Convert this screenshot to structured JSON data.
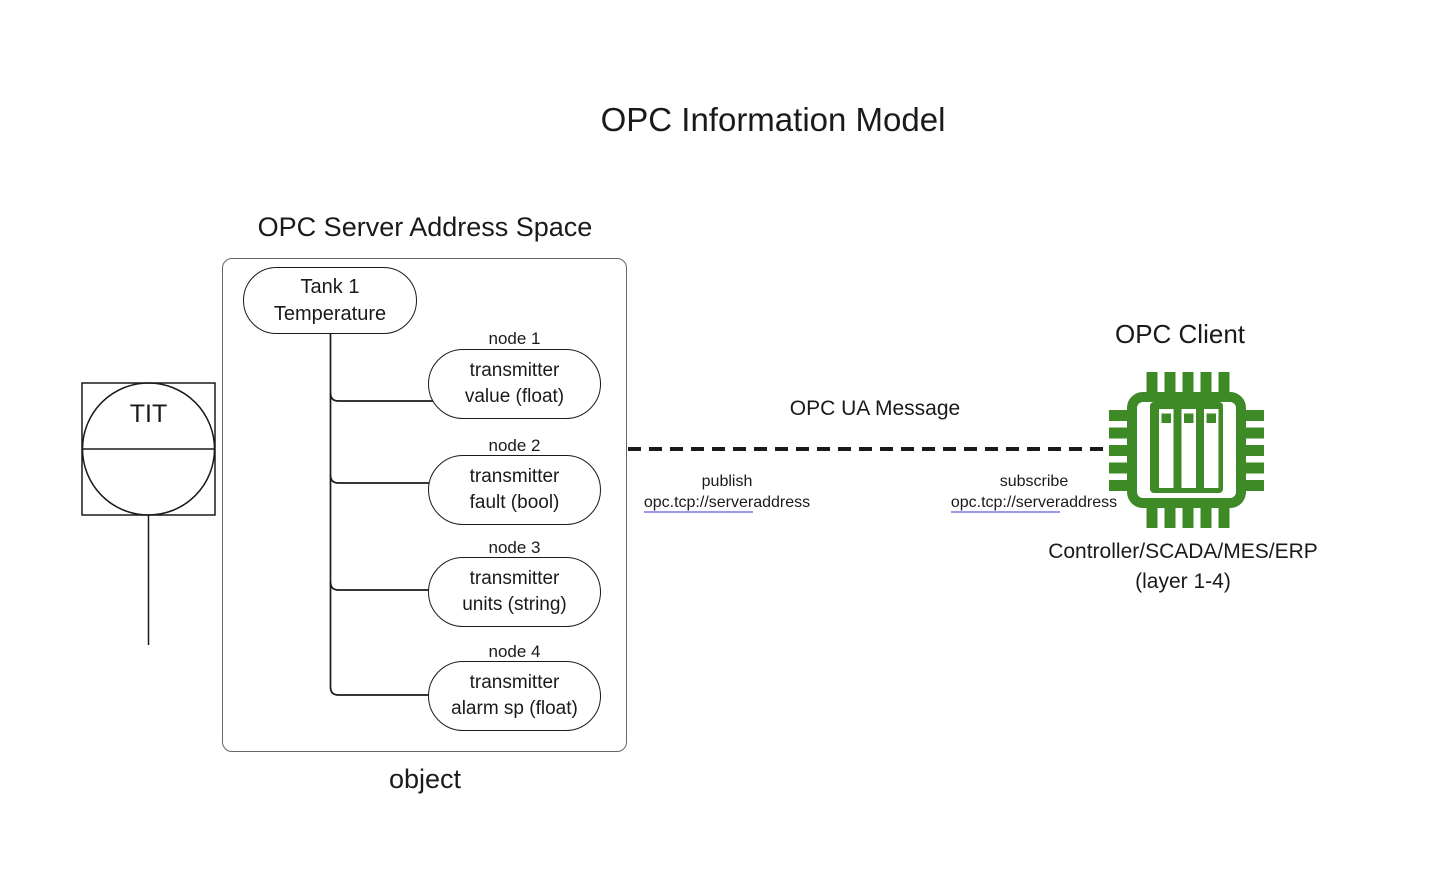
{
  "diagram_title": "OPC Information Model",
  "server": {
    "heading": "OPC Server Address Space",
    "caption": "object",
    "root": {
      "line1": "Tank 1",
      "line2": "Temperature"
    },
    "nodes": [
      {
        "label": "node 1",
        "line1": "transmitter",
        "line2": "value (float)"
      },
      {
        "label": "node 2",
        "line1": "transmitter",
        "line2": "fault (bool)"
      },
      {
        "label": "node 3",
        "line1": "transmitter",
        "line2": "units (string)"
      },
      {
        "label": "node 4",
        "line1": "transmitter",
        "line2": "alarm sp (float)"
      }
    ]
  },
  "instrument": {
    "tag": "TIT"
  },
  "link": {
    "label": "OPC UA Message",
    "publish": {
      "verb": "publish",
      "url_main": "opc.tcp://server",
      "url_rest": "address"
    },
    "subscribe": {
      "verb": "subscribe",
      "url_main": "opc.tcp://server",
      "url_rest": "address"
    }
  },
  "client": {
    "heading": "OPC Client",
    "caption_line1": "Controller/SCADA/MES/ERP",
    "caption_line2": "(layer 1-4)"
  },
  "colors": {
    "chip_green": "#3e8a26",
    "url_underline": "#9a9ae8",
    "line_black": "#1a1a1a",
    "box_border_gray": "#666666"
  }
}
